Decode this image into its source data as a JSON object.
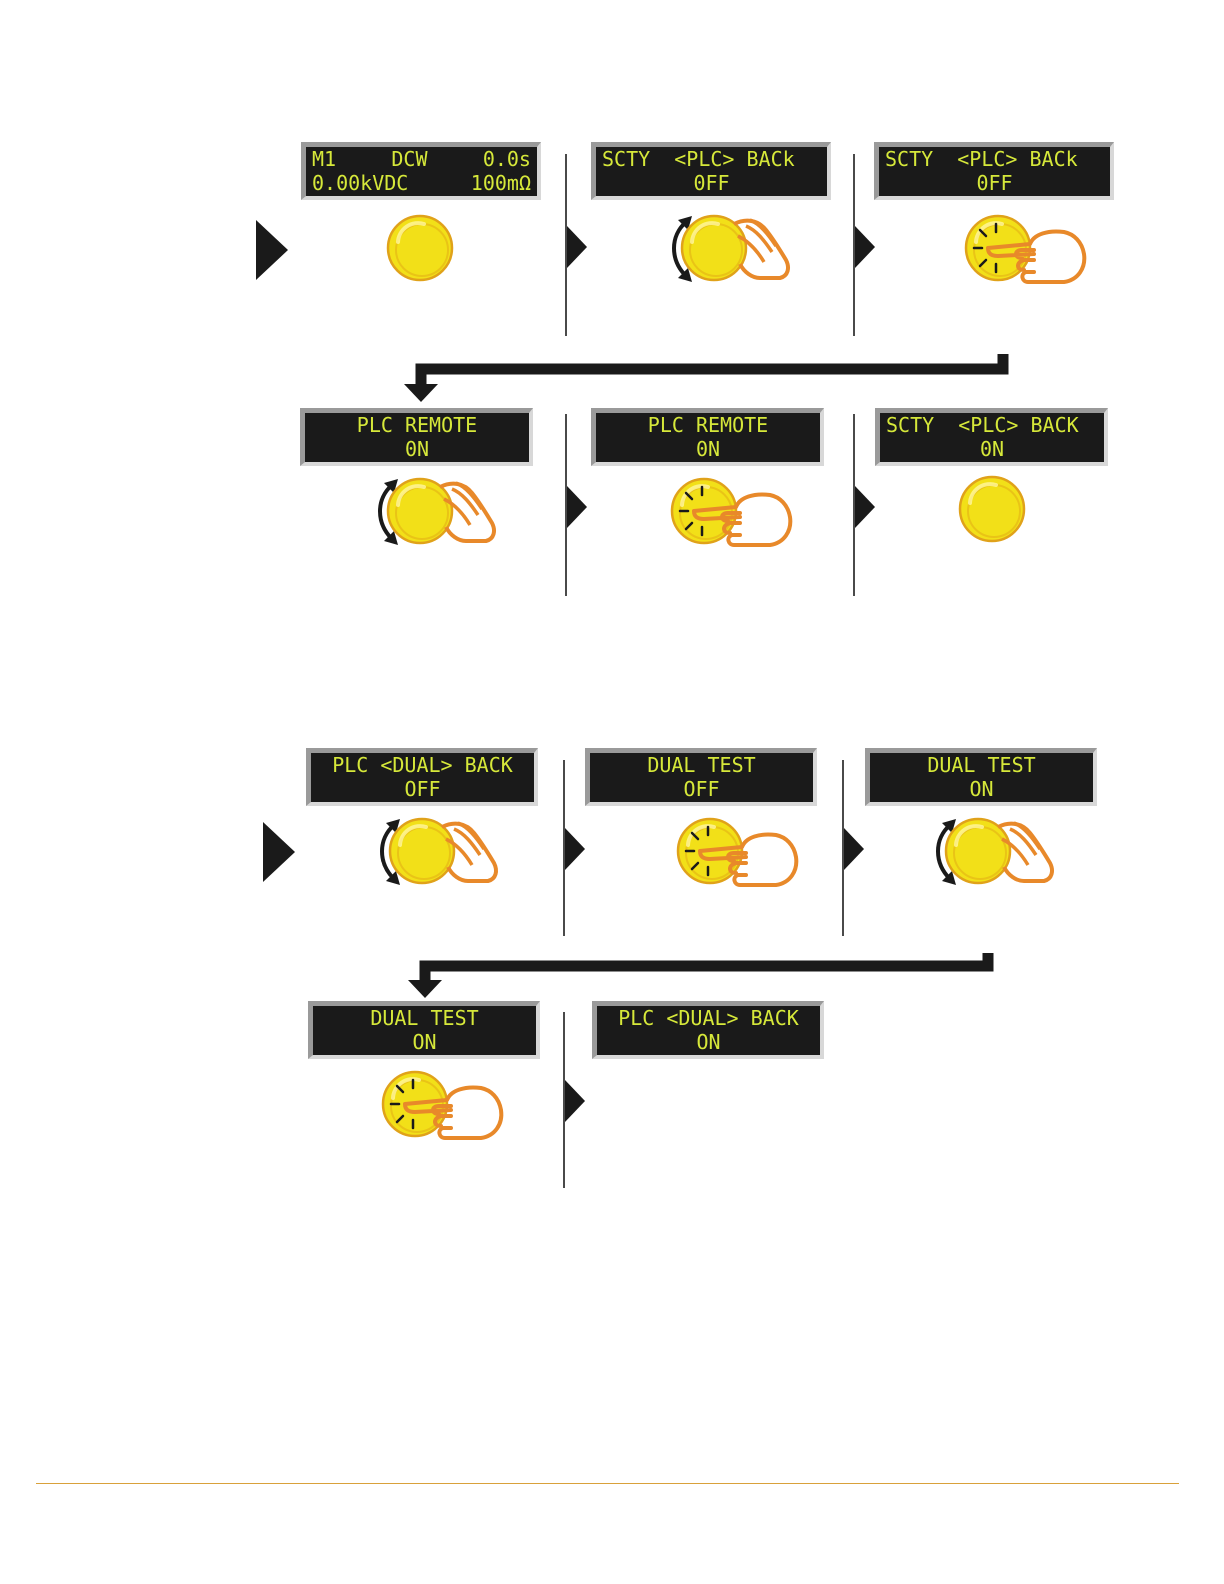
{
  "steps": [
    {
      "line1": [
        "M1",
        "DCW",
        "0.0s"
      ],
      "line2": [
        "0.00kVDC",
        "100mΩ"
      ],
      "icon": "knob-icon"
    },
    {
      "line1": "SCTY  <PLC> BACk",
      "line2": "0FF",
      "icon": "knob-rotate-hand-icon"
    },
    {
      "line1": "SCTY  <PLC> BACk",
      "line2": "0FF",
      "icon": "knob-press-hand-icon"
    },
    {
      "line1": "PLC REMOTE",
      "line2": "0N",
      "icon": "knob-rotate-hand-icon"
    },
    {
      "line1": "PLC REMOTE",
      "line2": "0N",
      "icon": "knob-press-hand-icon"
    },
    {
      "line1": "SCTY  <PLC> BACK",
      "line2": "0N",
      "icon": "knob-icon"
    },
    {
      "line1": "PLC <DUAL> BACK",
      "line2": "OFF",
      "icon": "knob-rotate-hand-icon"
    },
    {
      "line1": "DUAL TEST",
      "line2": "OFF",
      "icon": "knob-press-hand-icon"
    },
    {
      "line1": "DUAL TEST",
      "line2": "ON",
      "icon": "knob-rotate-hand-icon"
    },
    {
      "line1": "DUAL TEST",
      "line2": "ON",
      "icon": "knob-press-hand-icon"
    },
    {
      "line1": "PLC <DUAL> BACK",
      "line2": "ON",
      "icon": ""
    }
  ],
  "colors": {
    "knob": "#f2e018",
    "knob_ring": "#e0a21a",
    "hand": "#e8892a",
    "lcd_text": "#d6e83a",
    "lcd_bg": "#1a1a1a",
    "footer_rule": "#d9a13a"
  }
}
